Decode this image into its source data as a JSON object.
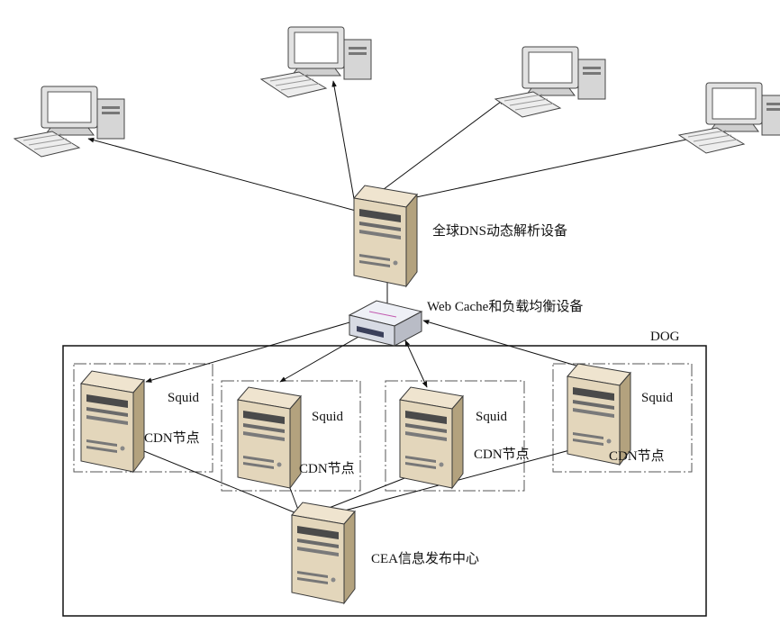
{
  "labels": {
    "dns": "全球DNS动态解析设备",
    "cache": "Web Cache和负载均衡设备",
    "dog": "DOG",
    "squid": "Squid",
    "cdn": "CDN节点",
    "cea": "CEA信息发布中心"
  },
  "colors": {
    "server_body": "#e3d6bb",
    "server_face": "#d2c2a0",
    "server_side": "#b3a27e",
    "monitor_body": "#e0e0e0",
    "screen": "#ffffff",
    "line": "#111111",
    "box_dash": "#555555"
  },
  "icons": {
    "client": "desktop-computer-icon",
    "server": "tower-server-icon",
    "switch": "load-balancer-icon"
  }
}
